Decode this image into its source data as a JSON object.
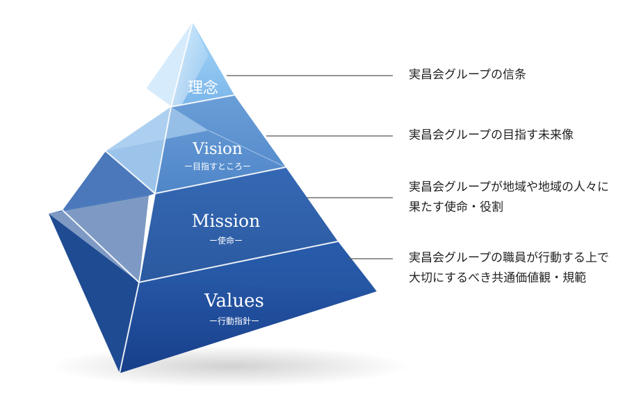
{
  "pyramid": {
    "apex": {
      "title": "理念",
      "description": "実昌会グループの信条"
    },
    "vision": {
      "title": "Vision",
      "subtitle": "ー目指すところー",
      "description": "実昌会グループの目指す未来像"
    },
    "mission": {
      "title": "Mission",
      "subtitle": "ー使命ー",
      "description_line1": "実昌会グループが地域や地域の人々に",
      "description_line2": "果たす使命・役割"
    },
    "values": {
      "title": "Values",
      "subtitle": "ー行動指針ー",
      "description_line1": "実昌会グループの職員が行動する上で",
      "description_line2": "大切にするべき共通価値観・規範"
    }
  },
  "colors": {
    "tier1_front": "#8cc2ee",
    "tier2_front": "#5a90cf",
    "tier3_front": "#2c5eaa",
    "tier4_front": "#1c4a98",
    "leader_line": "#555555",
    "text": "#222222"
  }
}
